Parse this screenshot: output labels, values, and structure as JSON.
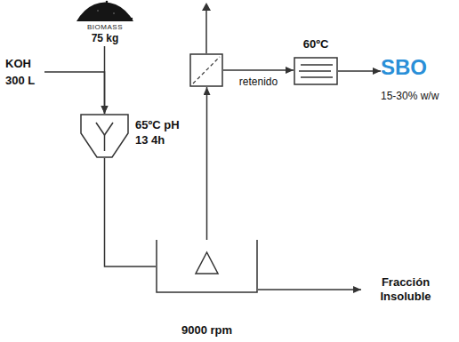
{
  "diagram": {
    "nodes": [
      {
        "text": [
          "KOH 300 L"
        ]
      },
      {
        "text": [
          "BIOMASS",
          "75 kg"
        ]
      },
      {
        "text": [
          "65ºC pH 13 4h"
        ]
      },
      {
        "text": [
          "9000 rpm"
        ]
      },
      {
        "text": []
      },
      {
        "text": [
          "60ºC"
        ]
      },
      {
        "text": [
          "SBO",
          "15-30% w/w"
        ]
      },
      {
        "text": [
          "Fracción Insoluble"
        ]
      }
    ],
    "edges": [
      {
        "from": 0,
        "to": 2,
        "arrow": "to"
      },
      {
        "from": 1,
        "to": 2,
        "arrow": "to"
      },
      {
        "from": 2,
        "to": 3,
        "arrow": "none"
      },
      {
        "from": 3,
        "to": 4,
        "arrow": "to"
      },
      {
        "from": 4,
        "to": 5,
        "label": "retenido",
        "arrow": "to"
      },
      {
        "from": 5,
        "to": 6,
        "arrow": "to"
      },
      {
        "from": 3,
        "to": 7,
        "arrow": "to"
      }
    ]
  }
}
